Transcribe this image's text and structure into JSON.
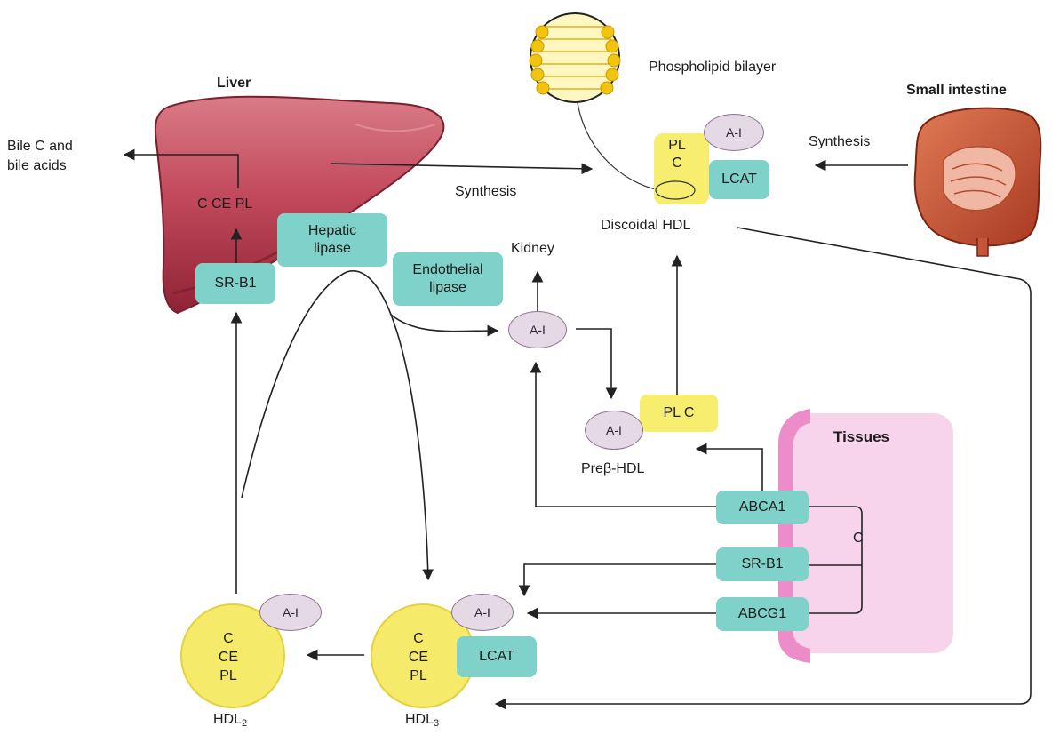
{
  "labels": {
    "liver": "Liver",
    "bile": "Bile C and\nbile acids",
    "liver_contents": "C CE PL",
    "synthesis_liver": "Synthesis",
    "phospholipid_bilayer": "Phospholipid bilayer",
    "small_intestine": "Small intestine",
    "synthesis_intestine": "Synthesis",
    "discoidal_hdl": "Discoidal HDL",
    "kidney": "Kidney",
    "tissues": "Tissues",
    "preb_hdl": "Preβ-HDL",
    "c_tissue": "C",
    "hdl2": "HDL",
    "hdl2_sub": "2",
    "hdl3": "HDL",
    "hdl3_sub": "3"
  },
  "boxes": {
    "hepatic_lipase": "Hepatic\nlipase",
    "sr_b1_liver": "SR-B1",
    "endothelial_lipase": "Endothelial\nlipase",
    "lcat_discoidal": "LCAT",
    "abca1": "ABCA1",
    "sr_b1_tissue": "SR-B1",
    "abcg1": "ABCG1",
    "lcat_hdl3": "LCAT",
    "plc_preb": "PL C",
    "plc_discoidal": "PL\nC"
  },
  "apolipoproteins": {
    "discoidal": "A-I",
    "free": "A-I",
    "preb": "A-I",
    "hdl2": "A-I",
    "hdl3": "A-I"
  },
  "particles": {
    "hdl2_contents": "C\nCE\nPL",
    "hdl3_contents": "C\nCE\nPL"
  },
  "colors": {
    "liver": "#a8384a",
    "teal": "#7fd2c9",
    "yellow": "#f7ee6f",
    "apo": "#e6d9e6",
    "tissue": "#f8d3ec",
    "membrane": "#ec8cc8",
    "intestine": "#c8553a"
  }
}
